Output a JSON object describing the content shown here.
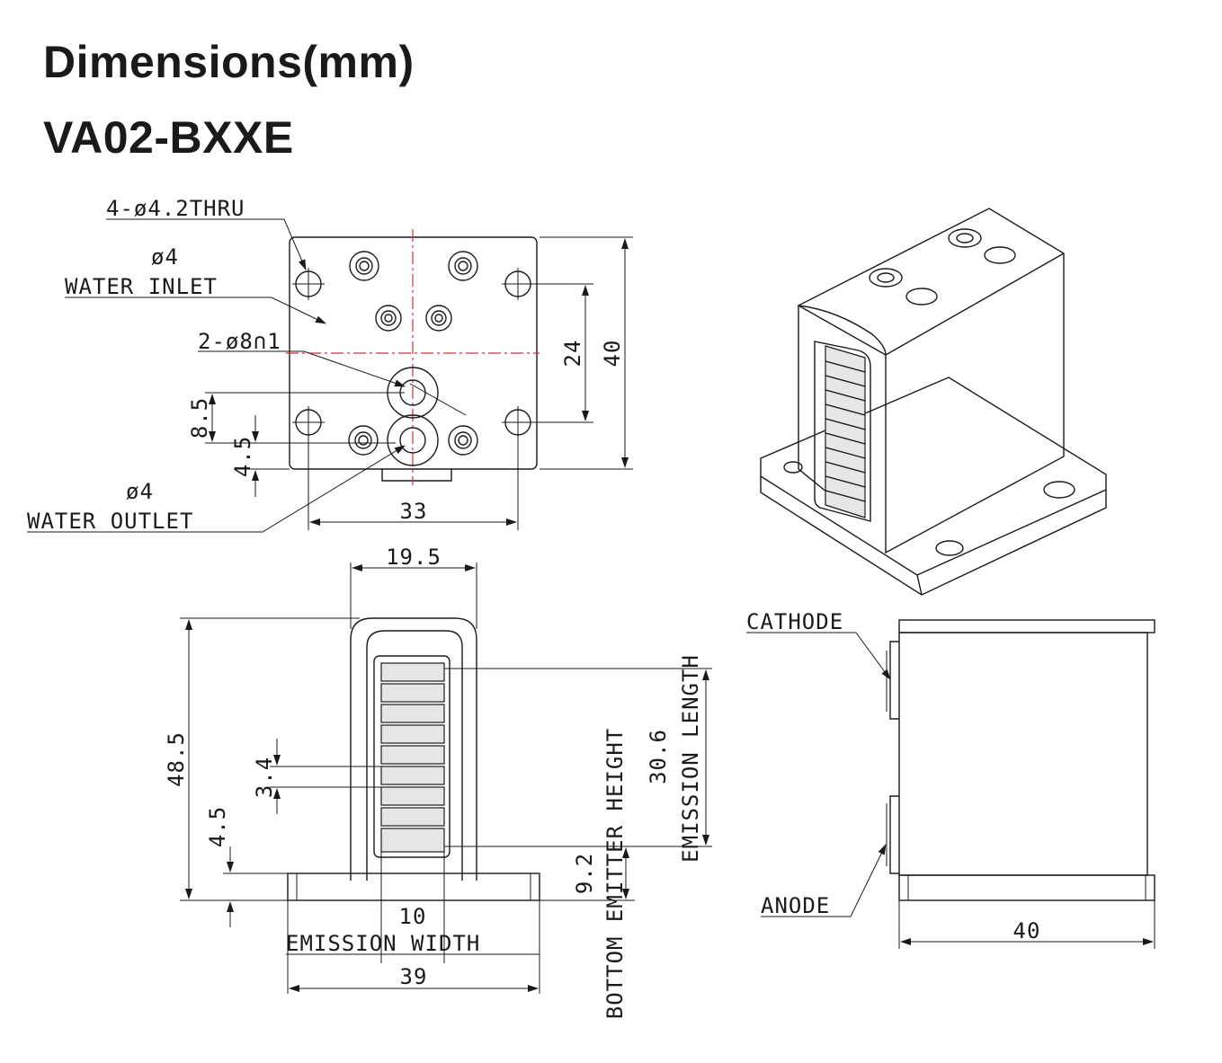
{
  "header": {
    "title": "Dimensions(mm)",
    "model": "VA02-BXXE"
  },
  "top_view": {
    "thru_holes": "4-ø4.2THRU",
    "inlet_dia": "ø4",
    "inlet_label": "WATER INLET",
    "counterbore": "2-ø8∩1",
    "dim_24": "24",
    "dim_40": "40",
    "dim_8_5": "8.5",
    "dim_4_5": "4.5",
    "dim_33": "33",
    "outlet_dia": "ø4",
    "outlet_label": "WATER OUTLET"
  },
  "front_view": {
    "dim_19_5": "19.5",
    "dim_48_5": "48.5",
    "dim_3_4": "3.4",
    "dim_4_5": "4.5",
    "dim_10": "10",
    "emission_width": "EMISSION WIDTH",
    "dim_39": "39",
    "dim_30_6": "30.6",
    "emission_length": "EMISSION LENGTH",
    "dim_9_2": "9.2",
    "bottom_emitter": "BOTTOM EMITTER HEIGHT"
  },
  "side_view": {
    "cathode": "CATHODE",
    "anode": "ANODE",
    "dim_40": "40"
  },
  "colors": {
    "line": "#1a1a1a",
    "centerline": "#d0303a"
  }
}
